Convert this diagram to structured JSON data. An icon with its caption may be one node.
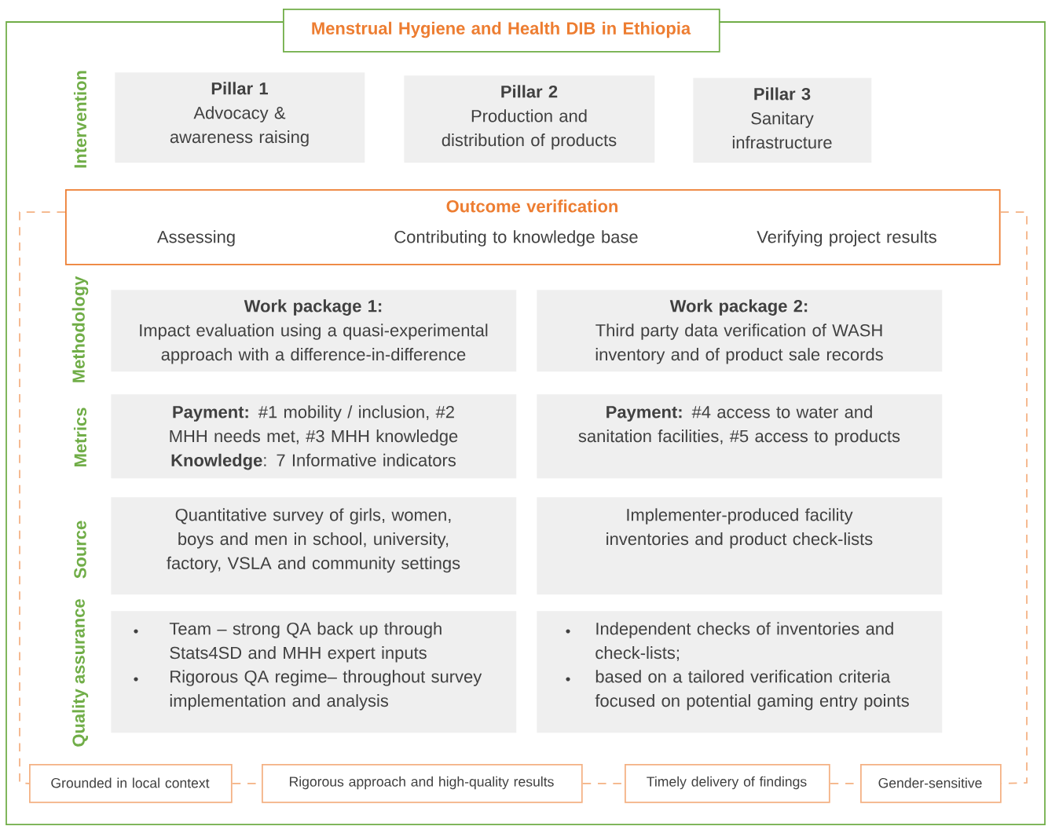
{
  "diagram": {
    "nodes": [
      {
        "text": [
          "Menstrual Hygiene and Health DIB in Ethiopia"
        ]
      },
      {
        "text": [
          "Pillar 1",
          "Advocacy & awareness raising"
        ]
      },
      {
        "text": [
          "Pillar 2",
          "Production and distribution of products"
        ]
      },
      {
        "text": [
          "Pillar 3",
          "Sanitary infrastructure"
        ]
      },
      {
        "text": [
          "Outcome verification",
          "Assessing",
          "Contributing to knowledge base",
          "Verifying project results"
        ]
      },
      {
        "text": [
          "Work package 1:",
          "Impact evaluation using a quasi-experimental approach with a difference-in-difference"
        ]
      },
      {
        "text": [
          "Work package 2:",
          "Third party data verification of WASH inventory and of product sale records"
        ]
      },
      {
        "text": [
          "**Payment:** #1 mobility / inclusion, #2 MHH needs met, #3 MHH knowledge",
          "**Knowledge**: 7 Informative indicators"
        ]
      },
      {
        "text": [
          "**Payment:** #4 access to water and sanitation facilities, #5 access to products"
        ]
      },
      {
        "text": [
          "Quantitative survey of girls, women, boys and men in school, university, factory, VSLA and community settings"
        ]
      },
      {
        "text": [
          "Implementer-produced facility inventories and product check-lists"
        ]
      },
      {
        "text": [
          "Team – strong QA back up through Stats4SD and MHH expert inputs",
          "Rigorous QA regime– throughout survey implementation and analysis"
        ]
      },
      {
        "text": [
          "Independent checks of inventories and check-lists;",
          "based on a tailored verification criteria focused on potential gaming entry points"
        ]
      },
      {
        "text": [
          "Grounded in local context"
        ]
      },
      {
        "text": [
          "Rigorous approach and high-quality results"
        ]
      },
      {
        "text": [
          "Timely delivery of findings"
        ]
      },
      {
        "text": [
          "Gender-sensitive"
        ]
      }
    ],
    "edges": [
      {
        "from": 4,
        "to": 13,
        "arrow": "none",
        "style": "dashed"
      },
      {
        "from": 13,
        "to": 14,
        "arrow": "none",
        "style": "dashed"
      },
      {
        "from": 14,
        "to": 15,
        "arrow": "none",
        "style": "dashed"
      },
      {
        "from": 15,
        "to": 16,
        "arrow": "none",
        "style": "dashed"
      },
      {
        "from": 4,
        "to": 16,
        "arrow": "none",
        "style": "dashed"
      }
    ],
    "labels": [
      "Intervention",
      "Methodology",
      "Metrics",
      "Source",
      "Quality assurance"
    ]
  }
}
